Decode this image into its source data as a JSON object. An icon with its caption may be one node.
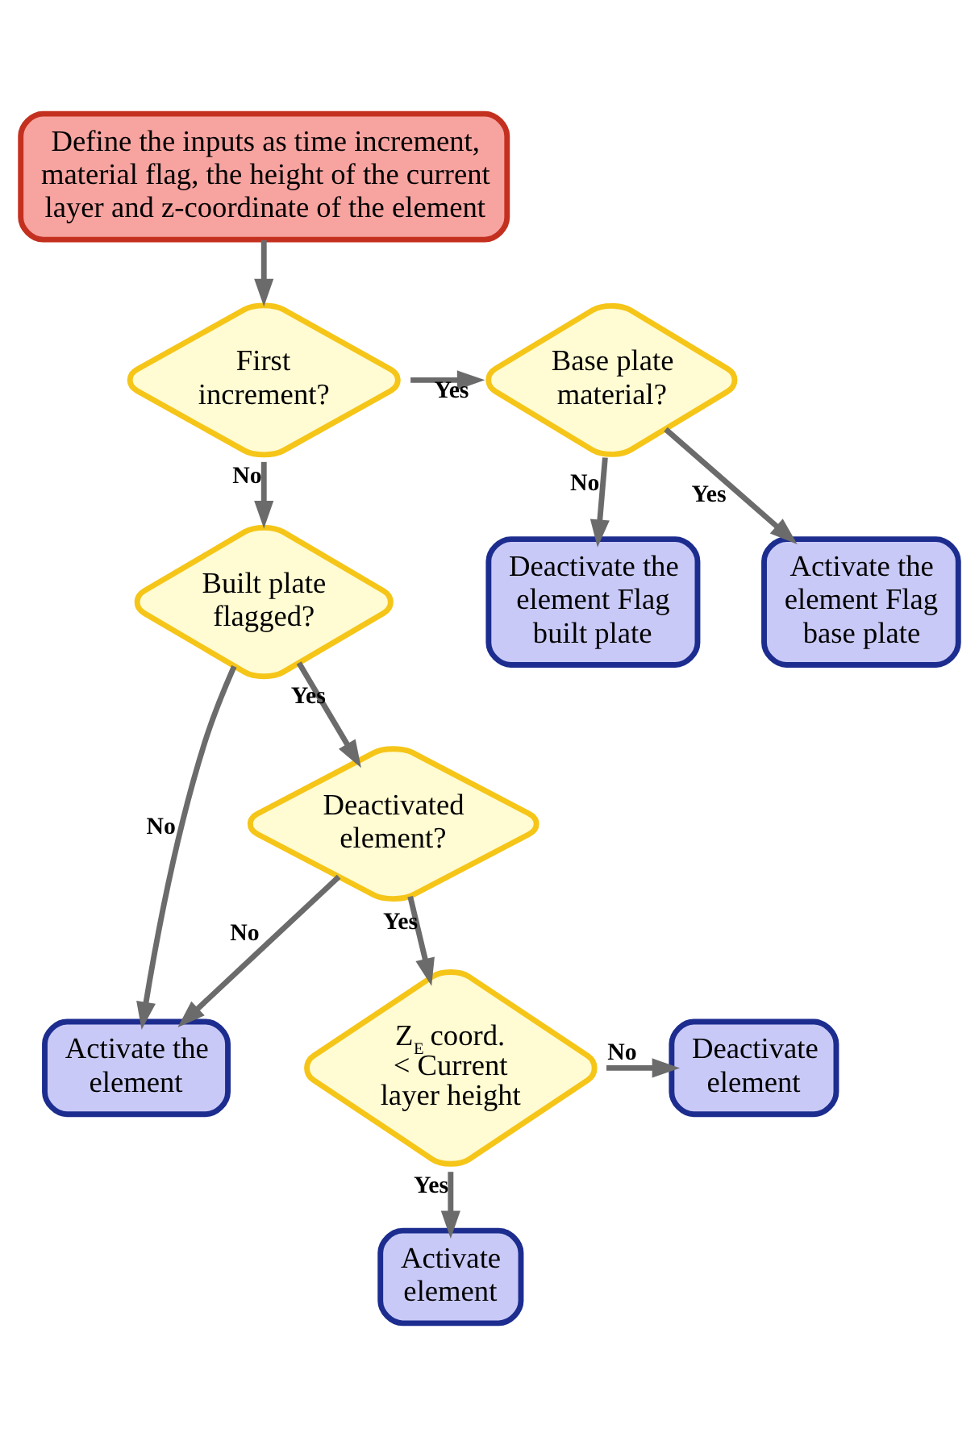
{
  "diagram": {
    "nodes": [
      {
        "text": [
          "Define the inputs as time increment, material flag, the height of the current layer and z-coordinate of the element"
        ]
      },
      {
        "text": [
          "First increment?"
        ]
      },
      {
        "text": [
          "Base plate material?"
        ]
      },
      {
        "text": [
          "Built plate flagged?"
        ]
      },
      {
        "text": [
          "Deactivate the element Flag built plate"
        ]
      },
      {
        "text": [
          "Activate the element Flag base plate"
        ]
      },
      {
        "text": [
          "Activate the element"
        ]
      },
      {
        "text": [
          "Deactivated element?"
        ]
      },
      {
        "text": [
          "Z$_{E}$ coord. < Current layer height"
        ]
      },
      {
        "text": [
          "Deactivate element"
        ]
      },
      {
        "text": [
          "Activate element"
        ]
      }
    ],
    "edges": [
      {
        "from": 0,
        "to": 1,
        "arrow": "to"
      },
      {
        "from": 1,
        "to": 3,
        "arrow": "to",
        "label": "No"
      },
      {
        "from": 1,
        "to": 2,
        "arrow": "to",
        "label": "Yes"
      },
      {
        "from": 2,
        "to": 4,
        "arrow": "to",
        "label": "No"
      },
      {
        "from": 2,
        "to": 5,
        "arrow": "to",
        "label": "Yes"
      },
      {
        "from": 3,
        "to": 6,
        "arrow": "to",
        "label": "No"
      },
      {
        "from": 3,
        "to": 7,
        "arrow": "to",
        "label": "Yes"
      },
      {
        "from": 7,
        "to": 6,
        "arrow": "to",
        "label": "No"
      },
      {
        "from": 7,
        "to": 8,
        "arrow": "to",
        "label": "Yes"
      },
      {
        "from": 8,
        "to": 9,
        "arrow": "to",
        "label": "No"
      },
      {
        "from": 8,
        "to": 10,
        "arrow": "to",
        "label": "Yes"
      }
    ]
  }
}
